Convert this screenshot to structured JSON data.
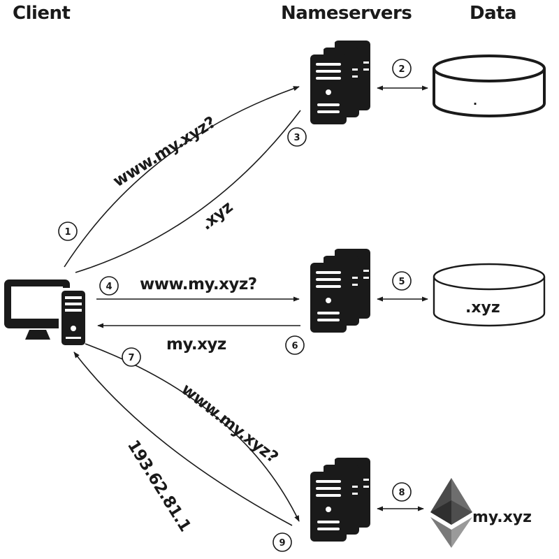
{
  "headers": {
    "client": "Client",
    "nameservers": "Nameservers",
    "data": "Data"
  },
  "steps": [
    "1",
    "2",
    "3",
    "4",
    "5",
    "6",
    "7",
    "8",
    "9"
  ],
  "messages": {
    "query_root": "www.my.xyz?",
    "reply_root": ".xyz",
    "query_tld": "www.my.xyz?",
    "reply_tld": "my.xyz",
    "query_eth": "www.my.xyz?",
    "reply_eth": "193.62.81.1"
  },
  "data_stores": {
    "root_label": ".",
    "tld_label": ".xyz",
    "eth_label": "my.xyz"
  },
  "icons": {
    "client": "desktop-computer-icon",
    "nameserver": "server-stack-icon",
    "database": "database-cylinder-icon",
    "ethereum": "ethereum-logo-icon"
  },
  "colors": {
    "ink": "#1a1a1a",
    "eth_dark": "#444444",
    "eth_light": "#8a8a8a"
  }
}
